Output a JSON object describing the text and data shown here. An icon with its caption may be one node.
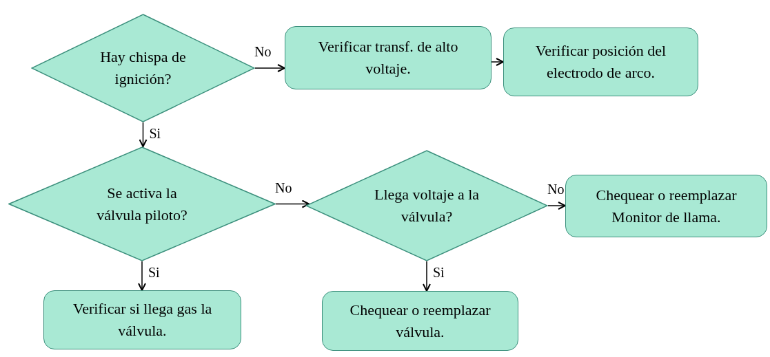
{
  "diagram": {
    "nodes": [
      {
        "text": [
          "Hay chispa de ignición?"
        ]
      },
      {
        "text": [
          "Verificar transf. de alto voltaje."
        ]
      },
      {
        "text": [
          "Verificar posición del electrodo de arco."
        ]
      },
      {
        "text": [
          "Se activa la válvula piloto?"
        ]
      },
      {
        "text": [
          "Llega voltaje a la válvula?"
        ]
      },
      {
        "text": [
          "Chequear o reemplazar Monitor de llama."
        ]
      },
      {
        "text": [
          "Verificar si llega gas la válvula."
        ]
      },
      {
        "text": [
          "Chequear o reemplazar válvula."
        ]
      }
    ],
    "edges": [
      {
        "from": 0,
        "to": 1,
        "arrow": "to",
        "label": "No"
      },
      {
        "from": 1,
        "to": 2,
        "arrow": "to"
      },
      {
        "from": 0,
        "to": 3,
        "arrow": "to",
        "label": "Si"
      },
      {
        "from": 3,
        "to": 4,
        "arrow": "to",
        "label": "No"
      },
      {
        "from": 4,
        "to": 5,
        "arrow": "to",
        "label": "No"
      },
      {
        "from": 3,
        "to": 6,
        "arrow": "to",
        "label": "Si"
      },
      {
        "from": 4,
        "to": 7,
        "arrow": "to",
        "label": "Si"
      }
    ]
  }
}
